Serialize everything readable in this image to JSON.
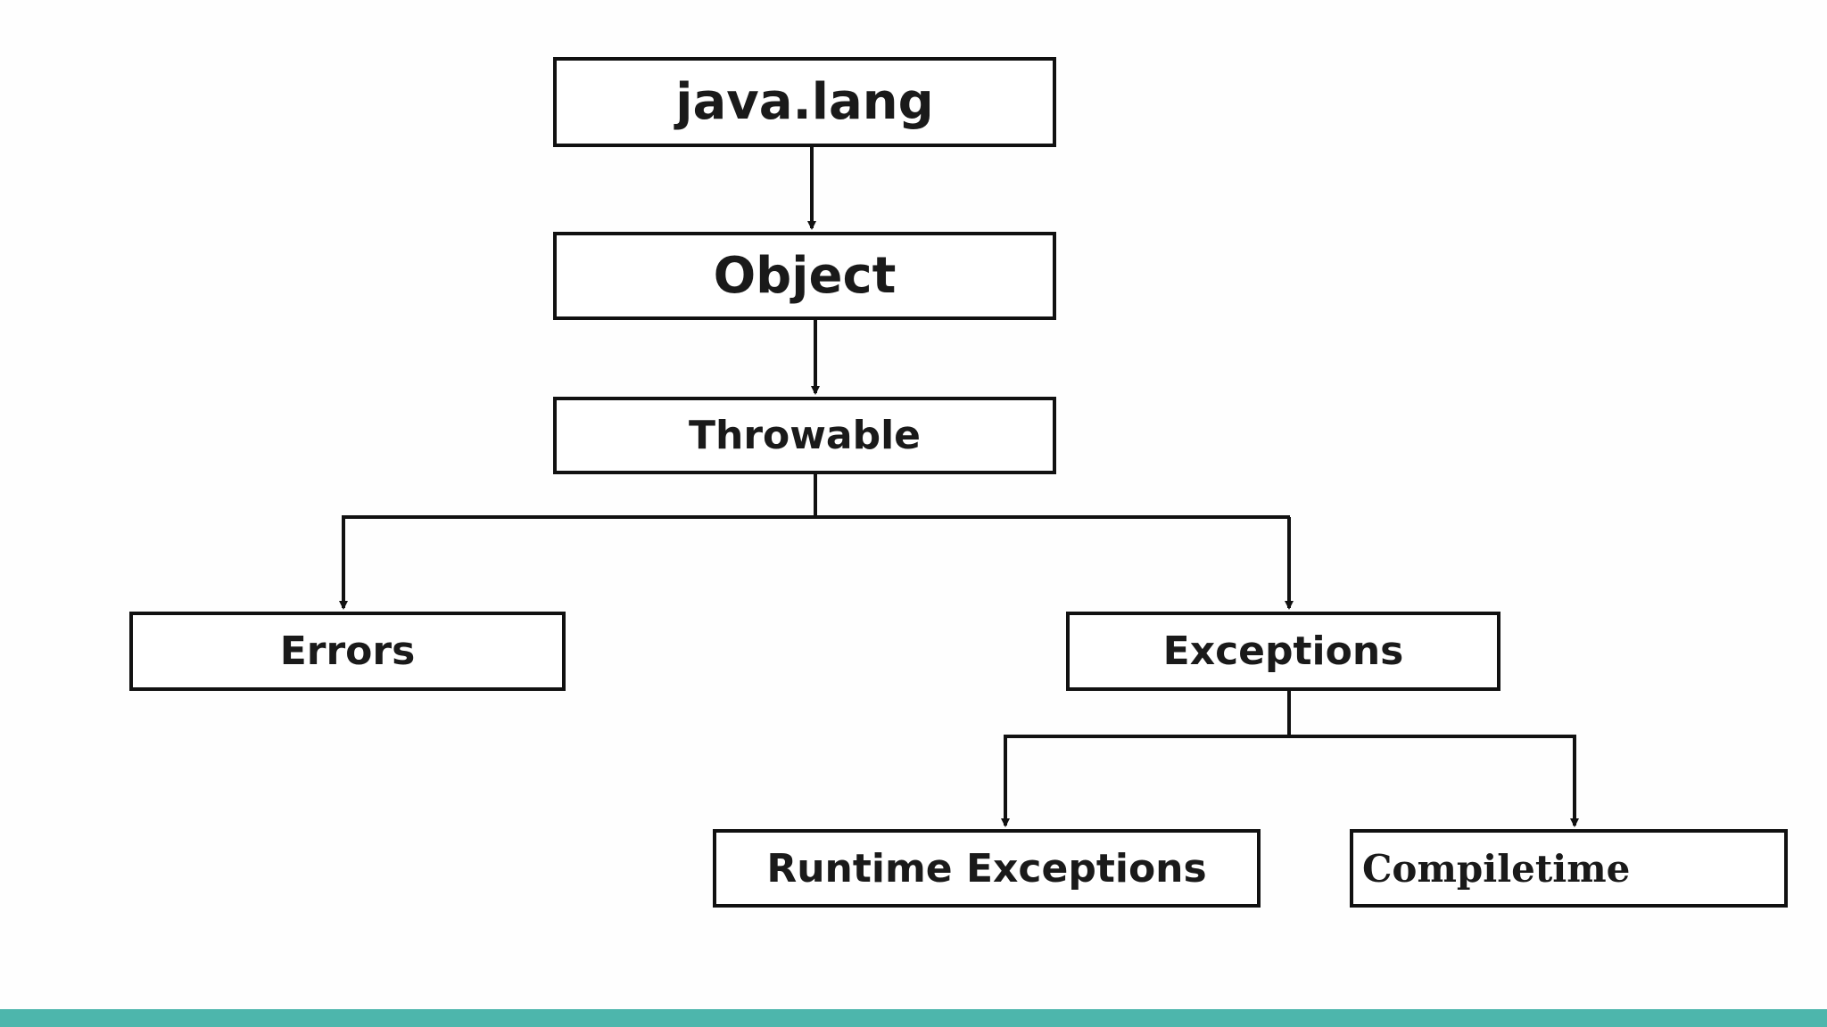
{
  "diagram": {
    "nodes": {
      "java_lang": "java.lang",
      "object": "Object",
      "throwable": "Throwable",
      "errors": "Errors",
      "exceptions": "Exceptions",
      "runtime_exceptions": "Runtime Exceptions",
      "compiletime": "Compiletime"
    },
    "edges": [
      {
        "from": "java_lang",
        "to": "object"
      },
      {
        "from": "object",
        "to": "throwable"
      },
      {
        "from": "throwable",
        "to": "errors"
      },
      {
        "from": "throwable",
        "to": "exceptions"
      },
      {
        "from": "exceptions",
        "to": "runtime_exceptions"
      },
      {
        "from": "exceptions",
        "to": "compiletime"
      }
    ]
  },
  "colors": {
    "line": "#111111",
    "footer_bar": "#4db6ac"
  }
}
